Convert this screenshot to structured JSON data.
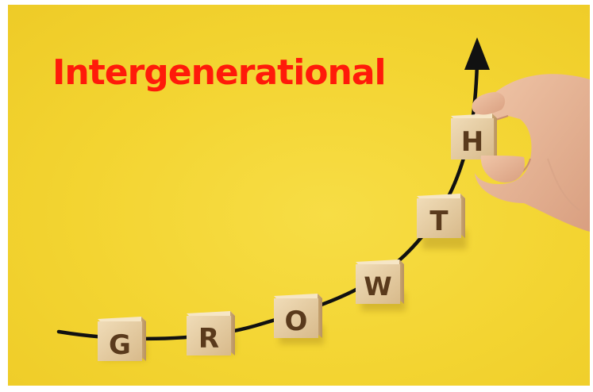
{
  "title": "Intergenerational",
  "blocks": [
    {
      "letter": "G"
    },
    {
      "letter": "R"
    },
    {
      "letter": "O"
    },
    {
      "letter": "W"
    },
    {
      "letter": "T"
    },
    {
      "letter": "H"
    }
  ],
  "colors": {
    "background": "#f3d431",
    "title": "#ff1a0a",
    "block": "#e2c79c",
    "letter": "#5a3a1c",
    "arrow": "#111111",
    "skin": "#e9b89a"
  },
  "icons": {
    "arrow": "up-arrow-icon",
    "hand": "hand-icon"
  }
}
